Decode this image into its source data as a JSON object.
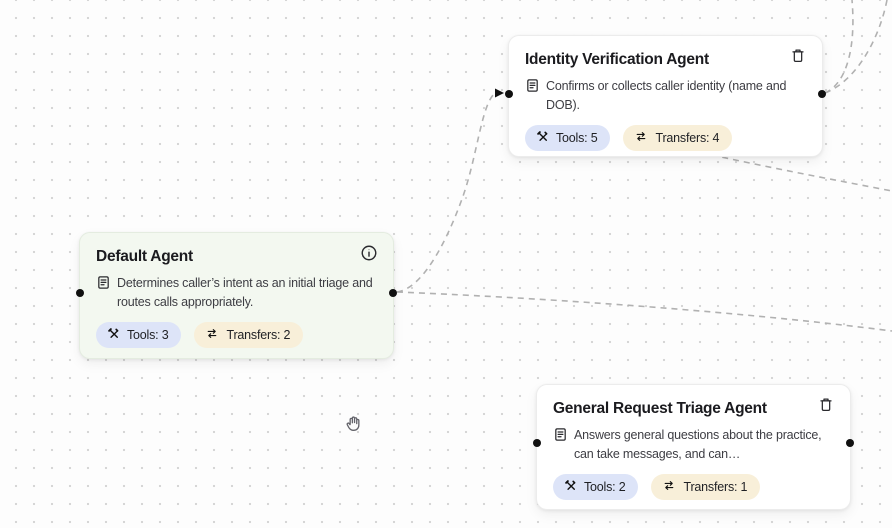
{
  "canvas": {
    "type": "agent-flow-editor",
    "grid": "dot",
    "cursor_icon": "grab-hand-icon"
  },
  "colors": {
    "canvas_bg": "#fdfdfd",
    "grid_dot": "#d6d6d6",
    "card_bg": "#ffffff",
    "default_card_bg": "#f3f8f0",
    "card_border": "#ececec",
    "title_text": "#1b1b1f",
    "description_text": "#3d3d43",
    "tools_badge_bg": "#dde4f8",
    "transfers_badge_bg": "#f8efd9",
    "connection_line": "#b1b1b1",
    "connector_dot": "#101010"
  },
  "icons": {
    "trash": "trash-icon",
    "info": "info-icon",
    "document": "document-icon",
    "tools": "crossed-tools-icon",
    "transfers": "transfer-arrows-icon",
    "cursor": "grab-hand-icon"
  },
  "nodes": [
    {
      "title": "Identity Verification Agent",
      "corner_icon": "trash",
      "description": "Confirms or collects caller identity (name and DOB).",
      "tools_badge": "Tools: 5",
      "transfers_badge": "Transfers: 4"
    },
    {
      "title": "Default Agent",
      "corner_icon": "info",
      "description": "Determines caller’s intent as an initial triage and routes calls appropriately.",
      "tools_badge": "Tools: 3",
      "transfers_badge": "Transfers: 2"
    },
    {
      "title": "General Request Triage Agent",
      "corner_icon": "trash",
      "description": "Answers general questions about the practice, can take messages, and can…",
      "tools_badge": "Tools: 2",
      "transfers_badge": "Transfers: 1"
    }
  ]
}
